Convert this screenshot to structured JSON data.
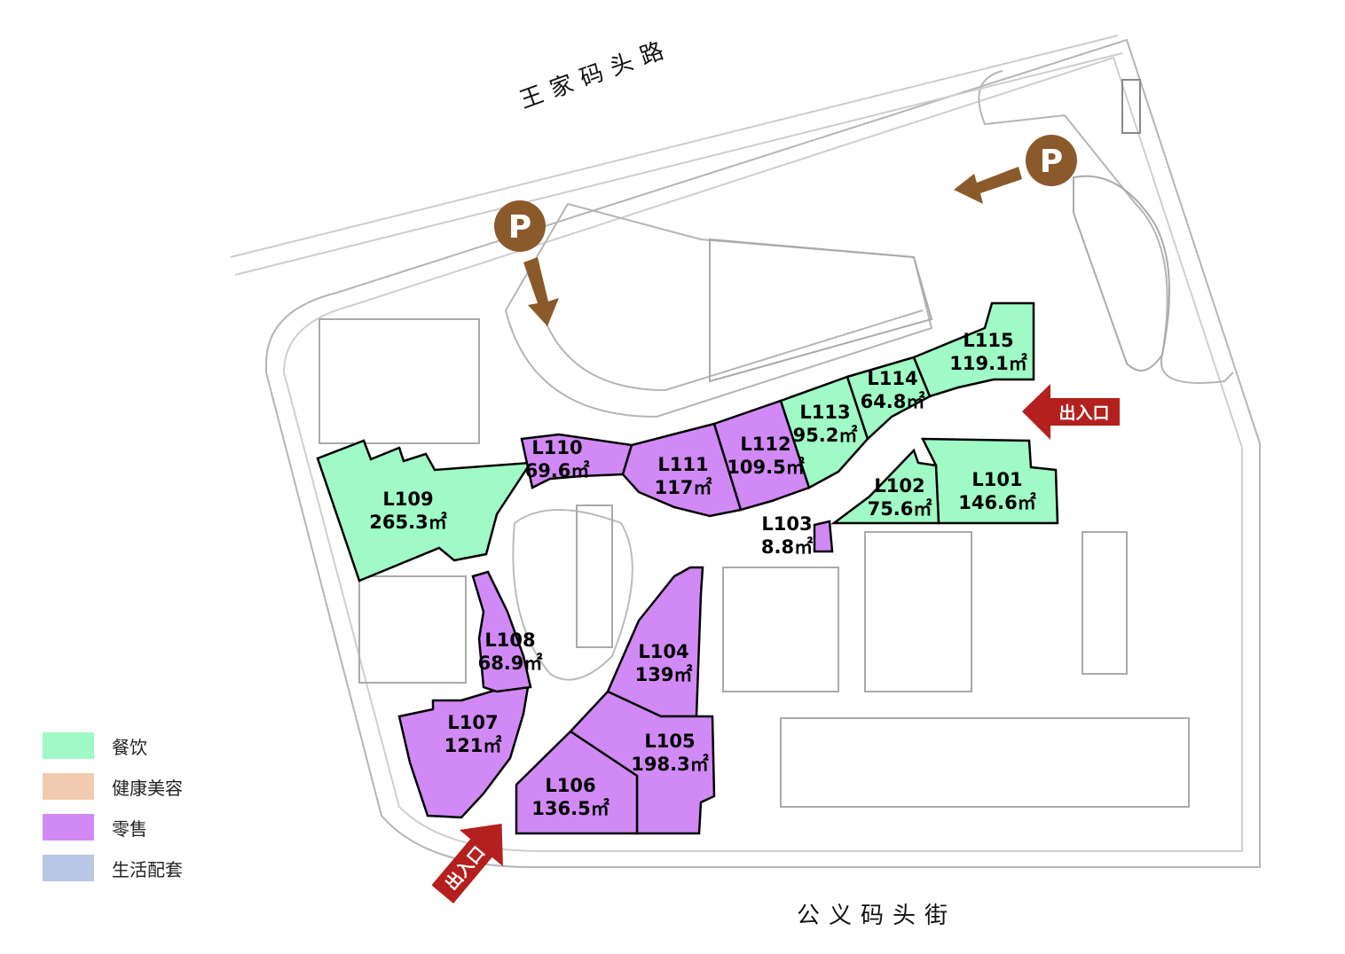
{
  "streets": {
    "north": "王家码头路",
    "south": "公义码头街"
  },
  "entrance_label": "出入口",
  "parking_label": "P",
  "legend": [
    {
      "label": "餐饮",
      "color": "#9ffac6"
    },
    {
      "label": "健康美容",
      "color": "#f0cbb0"
    },
    {
      "label": "零售",
      "color": "#d18af5"
    },
    {
      "label": "生活配套",
      "color": "#b8c7e4"
    }
  ],
  "units": [
    {
      "id": "L101",
      "area": "146.6㎡",
      "category": "餐饮"
    },
    {
      "id": "L102",
      "area": "75.6㎡",
      "category": "餐饮"
    },
    {
      "id": "L103",
      "area": "8.8㎡",
      "category": "零售"
    },
    {
      "id": "L104",
      "area": "139㎡",
      "category": "零售"
    },
    {
      "id": "L105",
      "area": "198.3㎡",
      "category": "零售"
    },
    {
      "id": "L106",
      "area": "136.5㎡",
      "category": "零售"
    },
    {
      "id": "L107",
      "area": "121㎡",
      "category": "零售"
    },
    {
      "id": "L108",
      "area": "68.9㎡",
      "category": "零售"
    },
    {
      "id": "L109",
      "area": "265.3㎡",
      "category": "餐饮"
    },
    {
      "id": "L110",
      "area": "69.6㎡",
      "category": "零售"
    },
    {
      "id": "L111",
      "area": "117㎡",
      "category": "零售"
    },
    {
      "id": "L112",
      "area": "109.5㎡",
      "category": "零售"
    },
    {
      "id": "L113",
      "area": "95.2㎡",
      "category": "餐饮"
    },
    {
      "id": "L114",
      "area": "64.8㎡",
      "category": "餐饮"
    },
    {
      "id": "L115",
      "area": "119.1㎡",
      "category": "餐饮"
    }
  ],
  "colors": {
    "entrance": "#b3201d",
    "parking": "#8b5a2b",
    "plan_lines": "#b0b0b0"
  }
}
